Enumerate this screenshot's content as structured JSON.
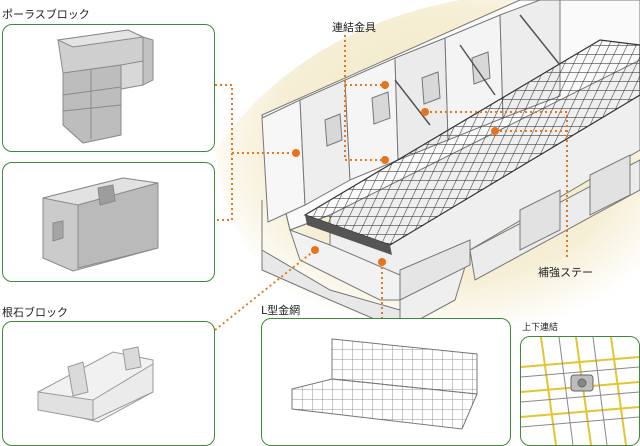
{
  "labels": {
    "porous_block": "ポーラスブロック",
    "connector": "連結金具",
    "base_block": "根石ブロック",
    "reinforcement_stay": "補強ステー",
    "l_mesh": "L型金網",
    "vertical_joint": "上下連結"
  },
  "colors": {
    "panel_border": "#3e8a3a",
    "leader_line": "#e07a22",
    "callout_dot": "#e8731e",
    "concrete": "#f2f2f2",
    "mesh": "#444444",
    "highlight_mesh": "#e3c533",
    "sand": "#efe6c2"
  }
}
